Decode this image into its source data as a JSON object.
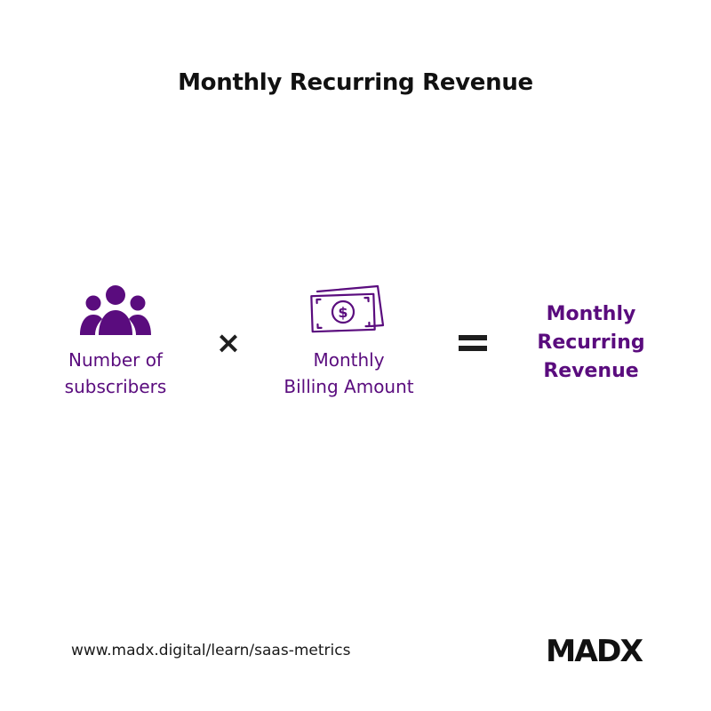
{
  "colors": {
    "accent": "#5a0c7e",
    "text": "#111111",
    "operator": "#1e1e1e"
  },
  "title": "Monthly Recurring Revenue",
  "formula": {
    "subscribers": {
      "icon": "group-people-icon",
      "label_line1": "Number of",
      "label_line2": "subscribers"
    },
    "operator_multiply": "×",
    "billing": {
      "icon": "money-bill-dollar-icon",
      "label_line1": "Monthly",
      "label_line2": "Billing Amount"
    },
    "operator_equals": "=",
    "result": {
      "line1": "Monthly",
      "line2": "Recurring",
      "line3": "Revenue"
    }
  },
  "footer": {
    "url": "www.madx.digital/learn/saas-metrics",
    "logo_text": "MADX"
  }
}
